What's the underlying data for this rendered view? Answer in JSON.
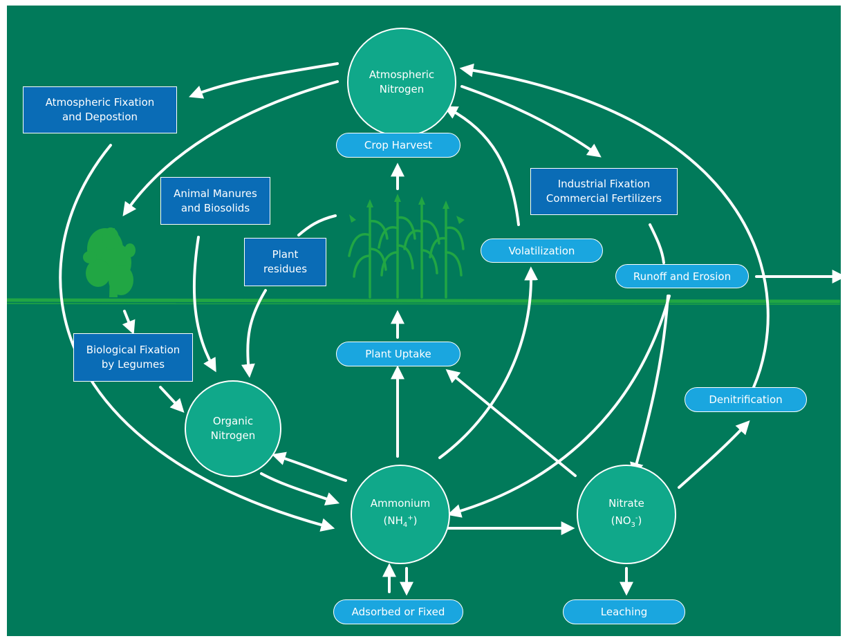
{
  "nodes": {
    "atmospheric_nitrogen": {
      "line1": "Atmospheric",
      "line2": "Nitrogen"
    },
    "organic_nitrogen": {
      "line1": "Organic",
      "line2": "Nitrogen"
    },
    "ammonium": {
      "line1": "Ammonium",
      "formula_base": "(NH",
      "formula_sub": "4",
      "formula_sup": "+",
      "formula_end": ")"
    },
    "nitrate": {
      "line1": "Nitrate",
      "formula_base": "(NO",
      "formula_sub": "3",
      "formula_sup": "-",
      "formula_end": ")"
    }
  },
  "inputs": {
    "atmospheric_fixation": {
      "line1": "Atmospheric Fixation",
      "line2": "and Depostion"
    },
    "animal_manures": {
      "line1": "Animal Manures",
      "line2": "and Biosolids"
    },
    "plant_residues": {
      "line1": "Plant",
      "line2": "residues"
    },
    "industrial_fixation": {
      "line1": "Industrial Fixation",
      "line2": "Commercial Fertilizers"
    },
    "biological_fixation": {
      "line1": "Biological Fixation",
      "line2": "by Legumes"
    }
  },
  "processes": {
    "crop_harvest": "Crop Harvest",
    "volatilization": "Volatilization",
    "runoff_erosion": "Runoff and Erosion",
    "plant_uptake": "Plant Uptake",
    "denitrification": "Denitrification",
    "adsorbed_fixed": "Adsorbed or Fixed",
    "leaching": "Leaching"
  },
  "colors": {
    "background": "#017a5a",
    "node_fill": "#10a88a",
    "input_box": "#0a6cb6",
    "process_pill": "#1aa6df",
    "plant": "#21a644",
    "arrow": "#ffffff"
  }
}
